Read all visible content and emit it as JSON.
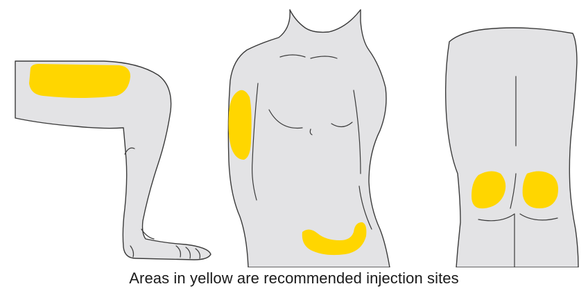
{
  "caption": "Areas in yellow are recommended injection sites",
  "colors": {
    "injection_site": "#ffd600",
    "skin": "#e3e3e5",
    "outline": "#3a3a3a"
  },
  "figures": [
    {
      "view": "leg-side",
      "sites": [
        "thigh"
      ]
    },
    {
      "view": "torso-front",
      "sites": [
        "upper-arm",
        "abdomen"
      ]
    },
    {
      "view": "back",
      "sites": [
        "left-buttock",
        "right-buttock"
      ]
    }
  ]
}
